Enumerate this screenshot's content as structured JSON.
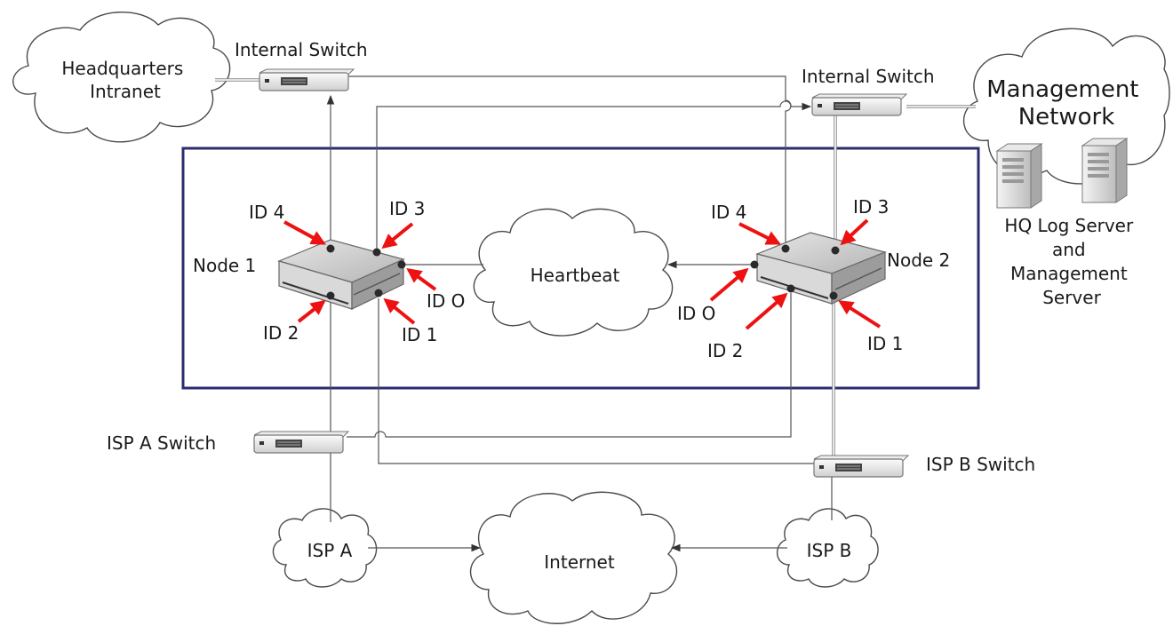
{
  "clouds": {
    "hq": "Headquarters\nIntranet",
    "management": "Management\nNetwork",
    "heartbeat": "Heartbeat",
    "isp_a": "ISP A",
    "isp_b": "ISP B",
    "internet": "Internet"
  },
  "switches": {
    "internal_left": "Internal Switch",
    "internal_right": "Internal Switch",
    "isp_a": "ISP A Switch",
    "isp_b": "ISP B Switch"
  },
  "nodes": {
    "node1": {
      "label": "Node 1",
      "ports": {
        "id4": "ID 4",
        "id3": "ID 3",
        "id0": "ID O",
        "id2": "ID 2",
        "id1": "ID 1"
      }
    },
    "node2": {
      "label": "Node 2",
      "ports": {
        "id4": "ID 4",
        "id3": "ID 3",
        "id0": "ID O",
        "id2": "ID 2",
        "id1": "ID 1"
      }
    }
  },
  "servers": {
    "caption": "HQ Log Server\nand\nManagement\nServer"
  },
  "icons": {
    "switch": "network-switch-icon",
    "server": "server-tower-icon",
    "node": "firewall-node-icon",
    "cloud": "cloud-icon",
    "pointer": "red-arrow-icon"
  },
  "colors": {
    "cluster_frame": "#2b2d6e",
    "pointer_arrow": "#ee1111"
  }
}
